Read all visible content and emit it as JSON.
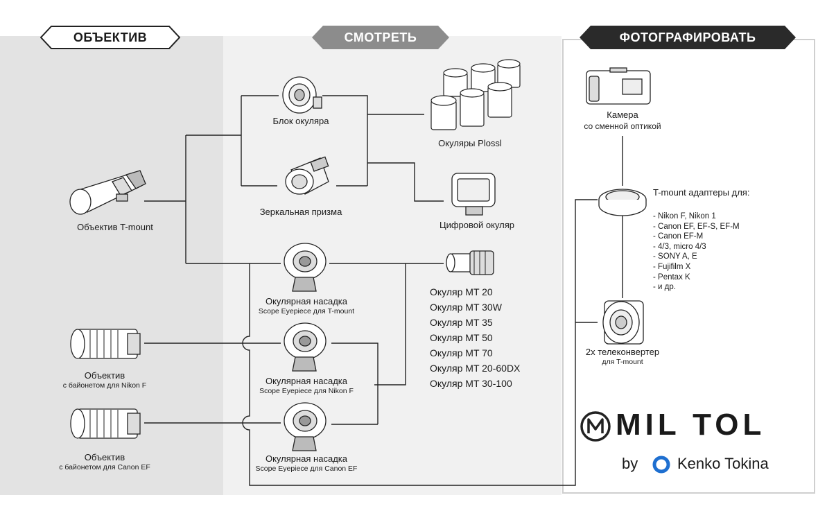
{
  "headers": {
    "objective": "ОБЪЕКТИВ",
    "view": "СМОТРЕТЬ",
    "photo": "ФОТОГРАФИРОВАТЬ"
  },
  "objective": {
    "tmount_lens": "Объектив T-mount",
    "nikon_lens_title": "Объектив",
    "nikon_lens_sub": "с байонетом для Nikon F",
    "canon_lens_title": "Объектив",
    "canon_lens_sub": "с байонетом для Canon EF"
  },
  "view": {
    "eyepiece_block": "Блок окуляра",
    "mirror_prism": "Зеркальная призма",
    "plossl": "Окуляры Plossl",
    "digital_eyepiece": "Цифровой окуляр",
    "adapter_tmount_title": "Окулярная насадка",
    "adapter_tmount_sub": "Scope Eyepiece для T-mount",
    "adapter_nikon_title": "Окулярная насадка",
    "adapter_nikon_sub": "Scope Eyepiece для Nikon F",
    "adapter_canon_title": "Окулярная насадка",
    "adapter_canon_sub": "Scope Eyepiece для Canon EF",
    "eyepieces": [
      "Окуляр MT 20",
      "Окуляр MT 30W",
      "Окуляр MT 35",
      "Окуляр MT 50",
      "Окуляр MT 70",
      "Окуляр MT 20-60DX",
      "Окуляр MT 30-100"
    ]
  },
  "photo": {
    "camera_line1": "Камера",
    "camera_line2": "со сменной оптикой",
    "adapters_title": "T-mount адаптеры для:",
    "adapters": [
      "- Nikon F, Nikon 1",
      "- Canon EF, EF-S, EF-M",
      "- Canon EF-M",
      "- 4/3, micro 4/3",
      "- SONY A, E",
      "- Fujifilm X",
      "- Pentax K",
      "- и др."
    ],
    "teleconverter_line1": "2x телеконвертер",
    "teleconverter_line2": "для T-mount"
  },
  "brand": {
    "name": "MIL TOL",
    "by": "by",
    "maker": "Kenko Tokina",
    "maker_accent_color": "#1e6fd0"
  },
  "colors": {
    "objective_panel": "#e3e3e3",
    "view_panel": "#f1f1f1",
    "header_dark": "#2a2a2a",
    "header_grey": "#8c8c8c"
  }
}
